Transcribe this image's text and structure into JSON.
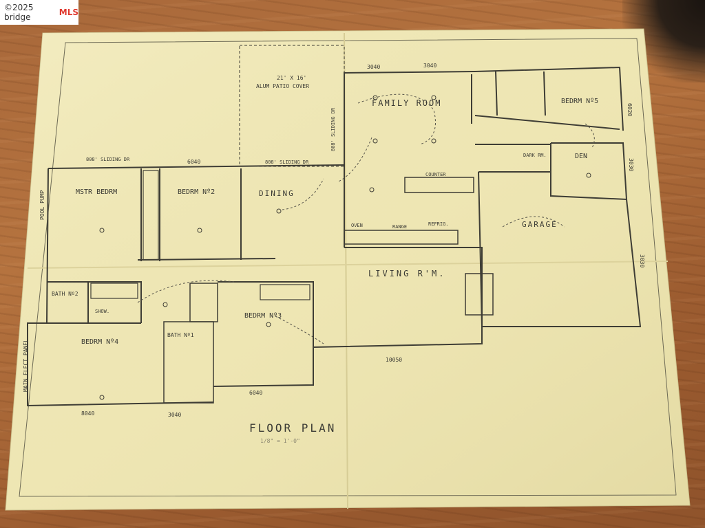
{
  "watermark": {
    "prefix": "©2025 bridge",
    "brand": "MLS"
  },
  "plan": {
    "title": "FLOOR PLAN",
    "scale_note": "1/8\" = 1'-0\"",
    "rooms": {
      "family_room": "FAMILY ROOM",
      "bedrm5": "BEDRM Nº5",
      "den": "DEN",
      "garage": "GARAGE",
      "living": "LIVING R'M.",
      "dining": "DINING",
      "mstr": "MSTR BEDRM",
      "bedrm2": "BEDRM Nº2",
      "bedrm3": "BEDRM Nº3",
      "bedrm4": "BEDRM Nº4",
      "bath1": "BATH Nº1",
      "bath2": "BATH Nº2",
      "patio": "ALUM PATIO COVER",
      "patio_size": "21' X 16'",
      "counter": "COUNTER",
      "range": "RANGE",
      "refrig": "REFRIG.",
      "oven": "OVEN",
      "darkrm": "DARK RM.",
      "shower": "SHOW.",
      "elect": "MAIN ELECT PANEL",
      "pump": "POOL PUMP"
    },
    "dims": {
      "top1": "3040",
      "top2": "3040",
      "right1": "6020",
      "right2": "3030",
      "right3": "3030",
      "mid_top": "6040",
      "bottom1": "8040",
      "bottom2": "3040",
      "bottom3": "6040",
      "living_bottom": "10050",
      "sliding1": "808' SLIDING DR",
      "sliding2": "808' SLIDING DR",
      "sliding3": "808' SLIDING DR"
    }
  }
}
